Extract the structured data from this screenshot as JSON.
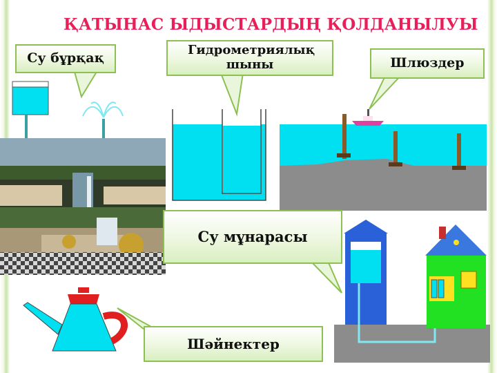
{
  "title": "ҚАТЫНАС ЫДЫСТАРДЫҢ ҚОЛДАНЫЛУЫ",
  "labels": {
    "fountain": "Су бұрқақ",
    "gauge_glass": "Гидрометриялық шыны",
    "locks": "Шлюздер",
    "water_tower": "Су мұнарасы",
    "teapots": "Шәйнектер"
  },
  "colors": {
    "title": "#e8205a",
    "water": "#00e0f0",
    "pipe": "#3aa0a0",
    "ground": "#8c8c8c",
    "callout_border": "#8cc050",
    "teapot_handle": "#e02020",
    "house_wall": "#22e022",
    "house_roof": "#3a78e0",
    "tower_body": "#2a60d8"
  },
  "icons": [
    "fountain-illustration",
    "gauge-glass-illustration",
    "locks-illustration",
    "palace-fountain-photo",
    "water-tower-illustration",
    "teapot-illustration"
  ]
}
